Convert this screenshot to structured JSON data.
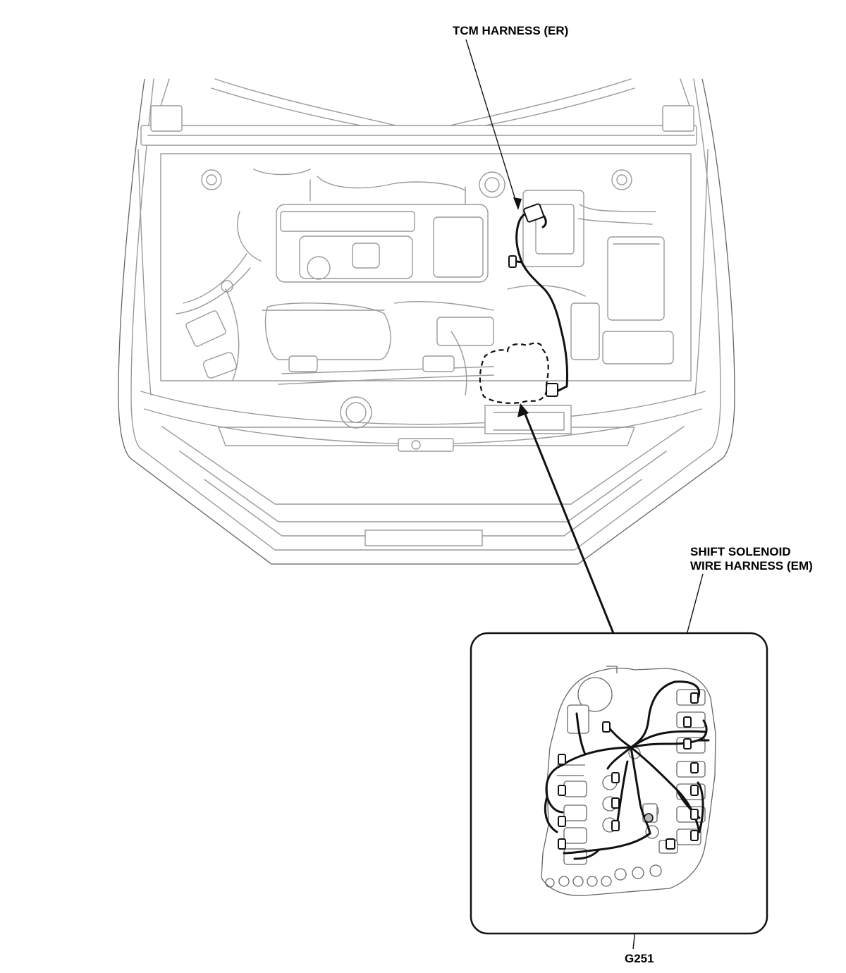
{
  "labels": {
    "tcm_harness": "TCM HARNESS (ER)",
    "shift_solenoid_line1": "SHIFT SOLENOID",
    "shift_solenoid_line2": "WIRE HARNESS (EM)",
    "ground": "G251"
  }
}
